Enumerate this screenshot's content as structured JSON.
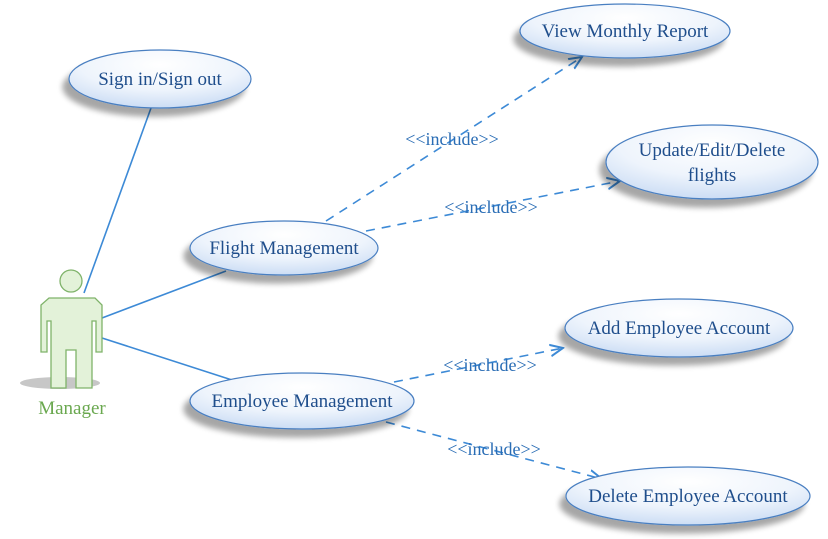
{
  "actor": {
    "name": "Manager"
  },
  "use_cases": {
    "sign_in": "Sign in/Sign out",
    "flight_mgmt": "Flight Management",
    "employee_mgmt": "Employee Management",
    "view_report": "View Monthly Report",
    "update_flights_line1": "Update/Edit/Delete",
    "update_flights_line2": "flights",
    "add_employee": "Add Employee Account",
    "delete_employee": "Delete Employee Account"
  },
  "relations": {
    "include_1": "<<include>>",
    "include_2": "<<include>>",
    "include_3": "<<include>>",
    "include_4": "<<include>>"
  },
  "colors": {
    "line": "#3d8ad6",
    "ellipse_stroke": "#4a7fc1",
    "ellipse_fill_light": "#ffffff",
    "ellipse_fill_dark": "#cfe0f7",
    "actor_fill": "#e3f2d9",
    "actor_stroke": "#7fb36a",
    "text": "#1f4e8c"
  }
}
